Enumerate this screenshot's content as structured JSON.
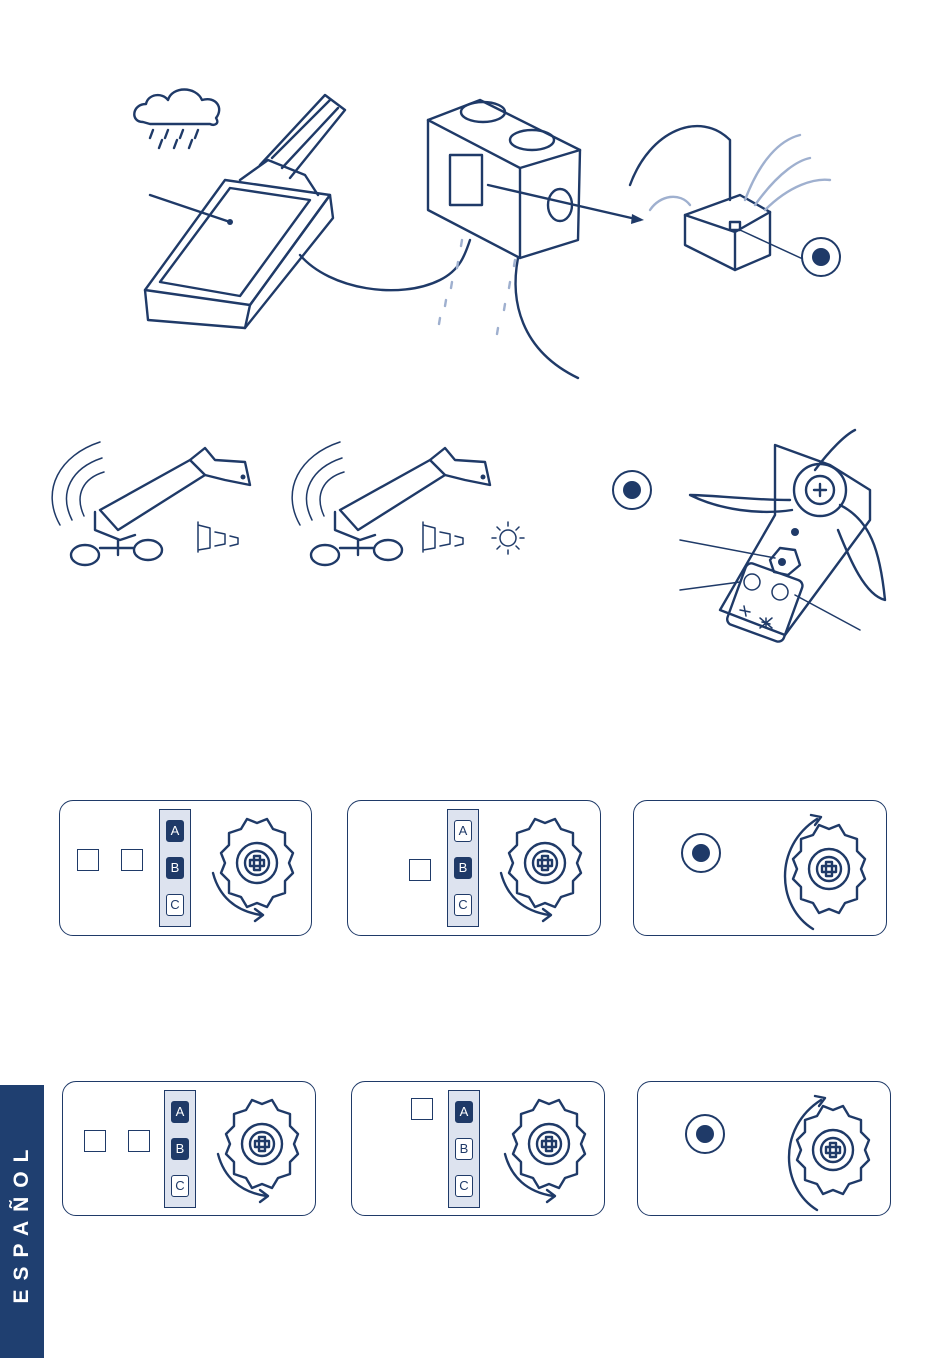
{
  "selector_keys": [
    "A",
    "B",
    "C"
  ],
  "sidebar": {
    "language_label": "ESPAÑOL"
  },
  "colors": {
    "ink": "#1f3a68",
    "accent": "#1f3f70",
    "strip": "#dde3ef",
    "rain": "#9fb0cf"
  }
}
